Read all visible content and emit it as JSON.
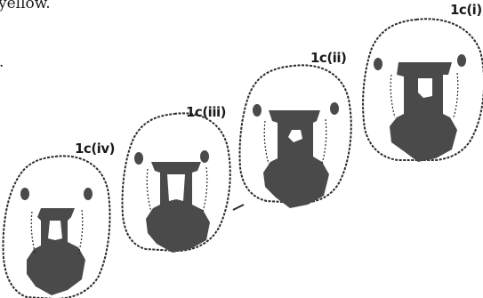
{
  "text_fragments": {
    "top": "yellow.",
    "dot": "."
  },
  "labels": {
    "head1": "1c(i)",
    "head2": "1c(ii)",
    "head3": "1c(iii)",
    "head4": "1c(iv)"
  },
  "colors": {
    "ink": "#2b2b2b",
    "fill": "#4a4a4a",
    "paper": "#ffffff"
  }
}
